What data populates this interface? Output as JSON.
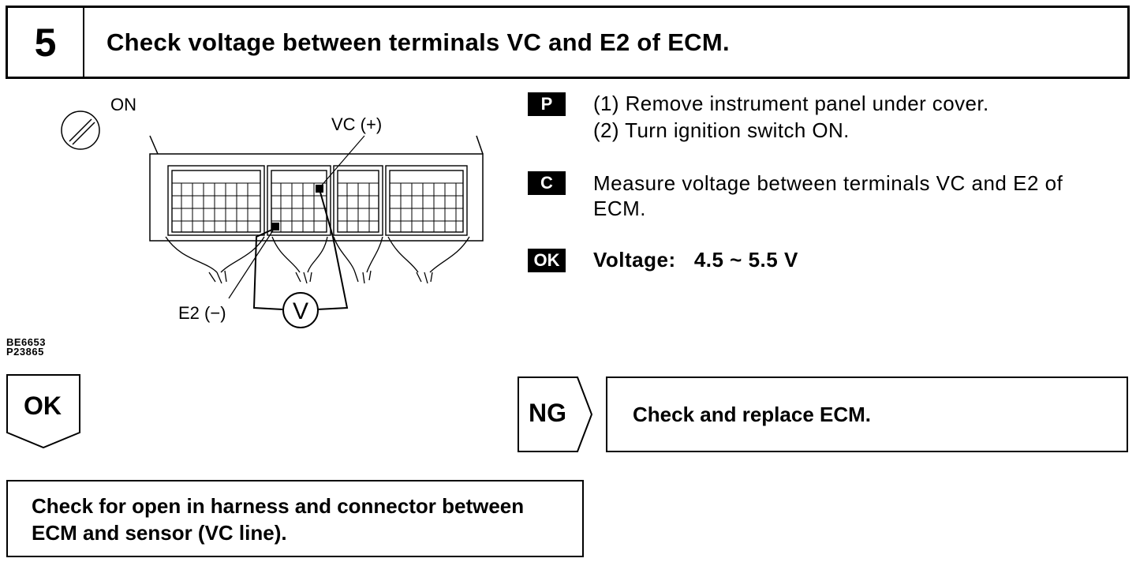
{
  "header": {
    "step_number": "5",
    "title": "Check voltage between terminals VC and E2 of ECM."
  },
  "diagram": {
    "ignition_label": "ON",
    "vc_label": "VC (+)",
    "e2_label": "E2 (−)",
    "meter_label": "V",
    "ref_code_1": "BE6653",
    "ref_code_2": "P23865"
  },
  "instructions": {
    "prep_badge": "P",
    "prep_step_1": "(1) Remove instrument panel under cover.",
    "prep_step_2": "(2) Turn ignition switch ON.",
    "check_badge": "C",
    "check_text_line1": "Measure voltage between terminals VC and E2 of",
    "check_text_line2": "ECM.",
    "ok_badge": "OK",
    "spec_label": "Voltage:",
    "spec_value": "4.5 ~ 5.5 V"
  },
  "results": {
    "ok_arrow": "OK",
    "ng_arrow": "NG",
    "ng_action": "Check and replace ECM.",
    "ok_action_line1": "Check for open in harness and connector between",
    "ok_action_line2": "ECM and sensor (VC line)."
  }
}
